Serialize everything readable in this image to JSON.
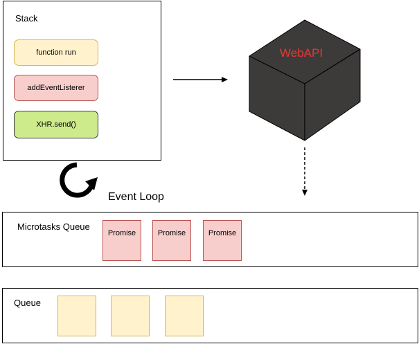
{
  "stack": {
    "title": "Stack",
    "items": [
      "function run",
      "addEventListerer",
      "XHR.send()"
    ]
  },
  "webapi": {
    "label": "WebAPI",
    "label_color": "#e53935",
    "cube_color": "#3d3a3a"
  },
  "event_loop": {
    "label": "Event Loop",
    "icon": "refresh-icon"
  },
  "microtasks": {
    "title": "Microtasks Queue",
    "items": [
      "Promise",
      "Promise",
      "Promise"
    ]
  },
  "queue": {
    "title": "Queue",
    "slot_count": 3
  },
  "colors": {
    "yellow_fill": "#fff2cc",
    "yellow_stroke": "#d6b656",
    "pink_fill": "#f8cecc",
    "pink_stroke": "#b85450",
    "green_fill": "#cdeb8b"
  }
}
